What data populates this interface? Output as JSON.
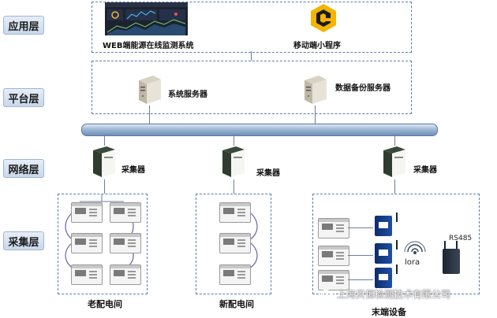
{
  "layers": {
    "application": "应用层",
    "platform": "平台层",
    "network": "网络层",
    "collection": "采集层"
  },
  "application": {
    "web_label": "WEB端能源在线监测系统",
    "mobile_label": "移动端小程序"
  },
  "platform": {
    "system_server": "系统服务器",
    "backup_server": "数据备份服务器"
  },
  "network": {
    "collector_left": "采集器",
    "collector_mid": "采集器",
    "collector_right": "采集器"
  },
  "groups": {
    "old_room": "老配电间",
    "new_room": "新配电间",
    "terminal": "末端设备"
  },
  "terminal_labels": {
    "lora": "lora",
    "rs485": "RS485"
  },
  "watermark": "上海贝恒检测技术有限公司",
  "colors": {
    "dash_border": "#5d7fb0",
    "bus_blue": "#9fb8d6",
    "logo_orange": "#f5b400",
    "device_blue": "#1f4fa3"
  },
  "icons": [
    "web-dashboard-thumbnail",
    "mobile-app-logo-icon",
    "server-icon",
    "collector-icon",
    "power-meter-icon",
    "lora-node-icon",
    "wireless-icon",
    "gateway-icon",
    "wechat-icon"
  ]
}
